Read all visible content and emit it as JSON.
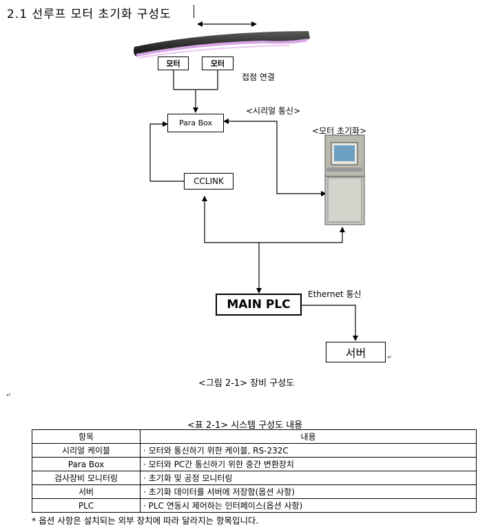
{
  "title": "2.1 선루프 모터 초기화 구성도",
  "diagram": {
    "motor_left": "모터",
    "motor_right": "모터",
    "contact_label": "접점 연결",
    "serial_label": "<시리얼 통신>",
    "para_box": "Para Box",
    "init_label": "<모터 초기화>",
    "cclink": "CCLINK",
    "main_plc": "MAIN PLC",
    "ethernet_label": "Ethernet 통신",
    "server": "서버"
  },
  "figure_caption": "<그림 2-1> 장비 구성도",
  "table_caption": "<표 2-1> 시스템 구성도 내용",
  "table": {
    "headers": [
      "항목",
      "내용"
    ],
    "rows": [
      [
        "시리얼 케이블",
        "· 모터와 통신하기 위한 케이블, RS-232C"
      ],
      [
        "Para Box",
        "· 모터와 PC간 통신하기 위한 중간 변환장치"
      ],
      [
        "검사장비 모니터링",
        "· 초기화 및 공정 모니터링"
      ],
      [
        "서버",
        "· 초기화 데이터를 서버에 저장함(옵션 사항)"
      ],
      [
        "PLC",
        "· PLC 연동시 제어하는 인터페이스(옵션 사항)"
      ]
    ]
  },
  "footnote": "* 옵션 사항은 설치되는 외부 장치에 따라 달라지는 항목입니다.",
  "colors": {
    "roof_highlight": "#d9a6e6",
    "monitor_screen": "#6d9fc0",
    "cabinet": "#c8c8c0"
  }
}
